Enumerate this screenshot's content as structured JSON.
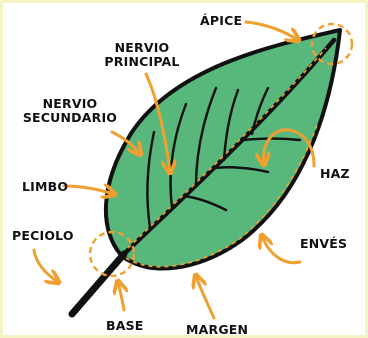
{
  "labels": {
    "apice": "ÁPICE",
    "nervio_principal_1": "NERVIO",
    "nervio_principal_2": "PRINCIPAL",
    "nervio_secundario_1": "NERVIO",
    "nervio_secundario_2": "SECUNDARIO",
    "limbo": "LIMBO",
    "haz": "HAZ",
    "peciolo": "PECIOLO",
    "enves": "ENVÉS",
    "base": "BASE",
    "margen": "MARGEN"
  },
  "colors": {
    "leaf_fill": "#58b77a",
    "outline": "#111111",
    "arrow": "#f0a030",
    "frame_tint": "#f4f4c4"
  }
}
